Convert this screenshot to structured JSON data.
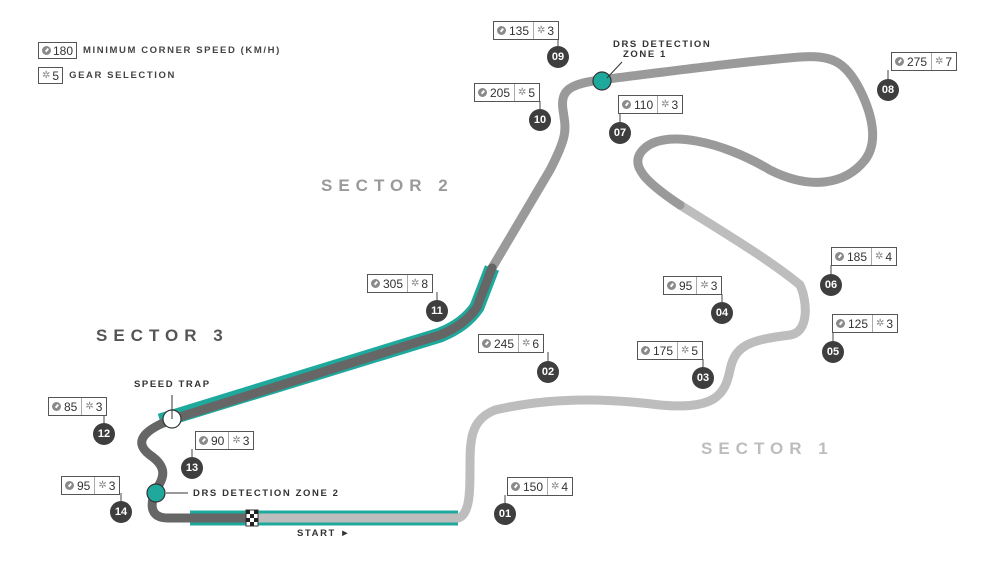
{
  "legend": {
    "speed": {
      "value": "180",
      "label": "MINIMUM CORNER SPEED (KM/H)"
    },
    "gear": {
      "value": "5",
      "label": "GEAR SELECTION"
    }
  },
  "sectors": [
    {
      "label": "SECTOR 1",
      "color": "#bdbdbd"
    },
    {
      "label": "SECTOR 2",
      "color": "#9a9a9a"
    },
    {
      "label": "SECTOR 3",
      "color": "#666666"
    }
  ],
  "corners": [
    {
      "num": "01",
      "speed": "150",
      "gear": "4"
    },
    {
      "num": "02",
      "speed": "245",
      "gear": "6"
    },
    {
      "num": "03",
      "speed": "175",
      "gear": "5"
    },
    {
      "num": "04",
      "speed": "95",
      "gear": "3"
    },
    {
      "num": "05",
      "speed": "125",
      "gear": "3"
    },
    {
      "num": "06",
      "speed": "185",
      "gear": "4"
    },
    {
      "num": "07",
      "speed": "110",
      "gear": "3"
    },
    {
      "num": "08",
      "speed": "275",
      "gear": "7"
    },
    {
      "num": "09",
      "speed": "135",
      "gear": "3"
    },
    {
      "num": "10",
      "speed": "205",
      "gear": "5"
    },
    {
      "num": "11",
      "speed": "305",
      "gear": "8"
    },
    {
      "num": "12",
      "speed": "85",
      "gear": "3"
    },
    {
      "num": "13",
      "speed": "90",
      "gear": "3"
    },
    {
      "num": "14",
      "speed": "95",
      "gear": "3"
    }
  ],
  "labels": {
    "drs_zone_1_line1": "DRS DETECTION",
    "drs_zone_1_line2": "ZONE 1",
    "drs_zone_2": "DRS DETECTION ZONE 2",
    "speed_trap": "SPEED TRAP",
    "start": "START ►"
  },
  "colors": {
    "drs": "#1fa89c",
    "badge": "#3e3e3e",
    "track_s1": "#bdbdbd",
    "track_s2": "#9a9a9a",
    "track_s3": "#666666"
  }
}
